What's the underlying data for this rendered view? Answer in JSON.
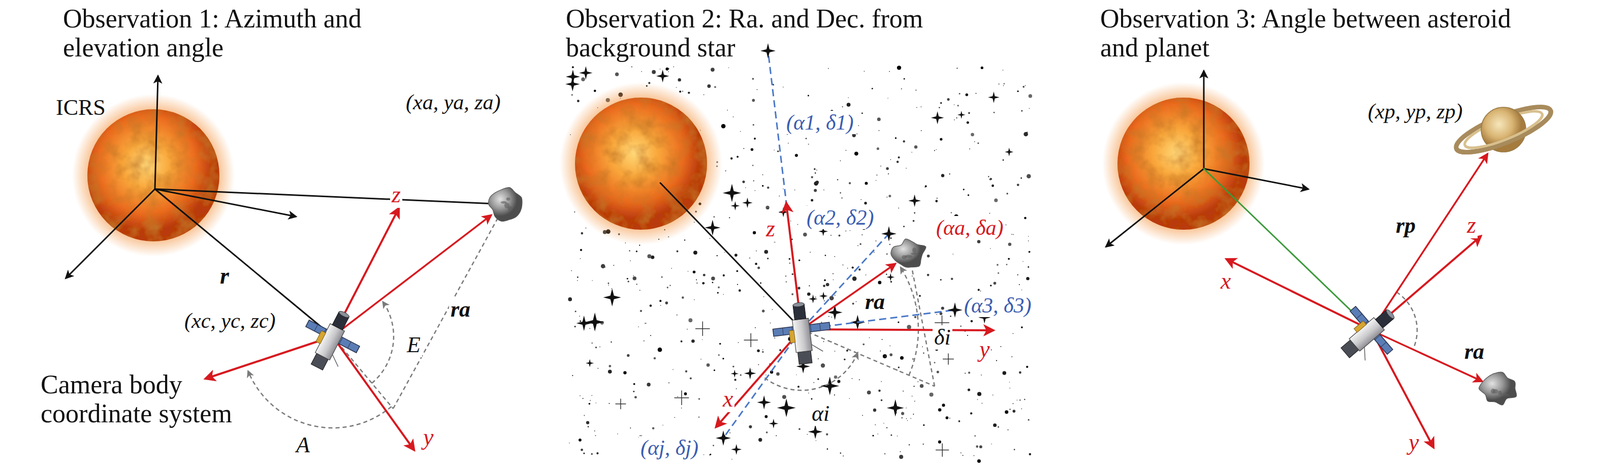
{
  "diagram": {
    "labels": [
      "Observation 1: Azimuth and elevation angle",
      "ICRS",
      "(xa, ya, za)",
      "z",
      "r",
      "(xc, yc, zc)",
      "ra",
      "E",
      "A",
      "y",
      "Camera body coordinate system",
      "Observation 2: Ra. and Dec. from background star",
      "(α1, δ1)",
      "(α2, δ2)",
      "(αa, δa)",
      "z",
      "(α3, δ3)",
      "ra",
      "y",
      "x",
      "αi",
      "δi",
      "(αj, δj)",
      "Observation 3: Angle between asteroid and planet",
      "(xp, yp, zp)",
      "rp",
      "z",
      "x",
      "ra",
      "y"
    ]
  }
}
